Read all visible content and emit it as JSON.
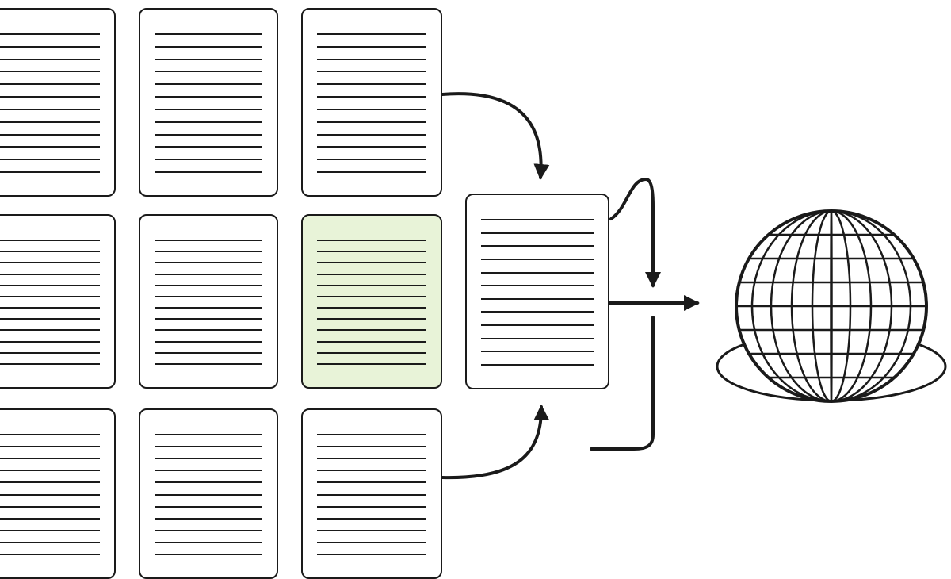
{
  "colors": {
    "stroke": "#1a1a1a",
    "background": "#ffffff",
    "highlight_fill": "#e8f3d8",
    "highlight_border": "#3a3a3a"
  },
  "nodes": {
    "source_documents": {
      "rows": 3,
      "columns": 3,
      "highlighted": {
        "row": 1,
        "column": 2
      }
    },
    "merged_document": {
      "icon": "document-icon"
    },
    "output": {
      "icon": "globe-icon"
    }
  },
  "edges": [
    {
      "from": "source-doc-top-right",
      "to": "merged-document",
      "icon": "curved-arrow-icon"
    },
    {
      "from": "source-doc-bottom-right",
      "to": "merged-document",
      "icon": "curved-arrow-icon"
    },
    {
      "from": "merged-document",
      "to": "merged-document",
      "icon": "feedback-loop-arrow-icon"
    },
    {
      "from": "merged-document",
      "to": "globe",
      "icon": "arrow-right-icon"
    }
  ]
}
